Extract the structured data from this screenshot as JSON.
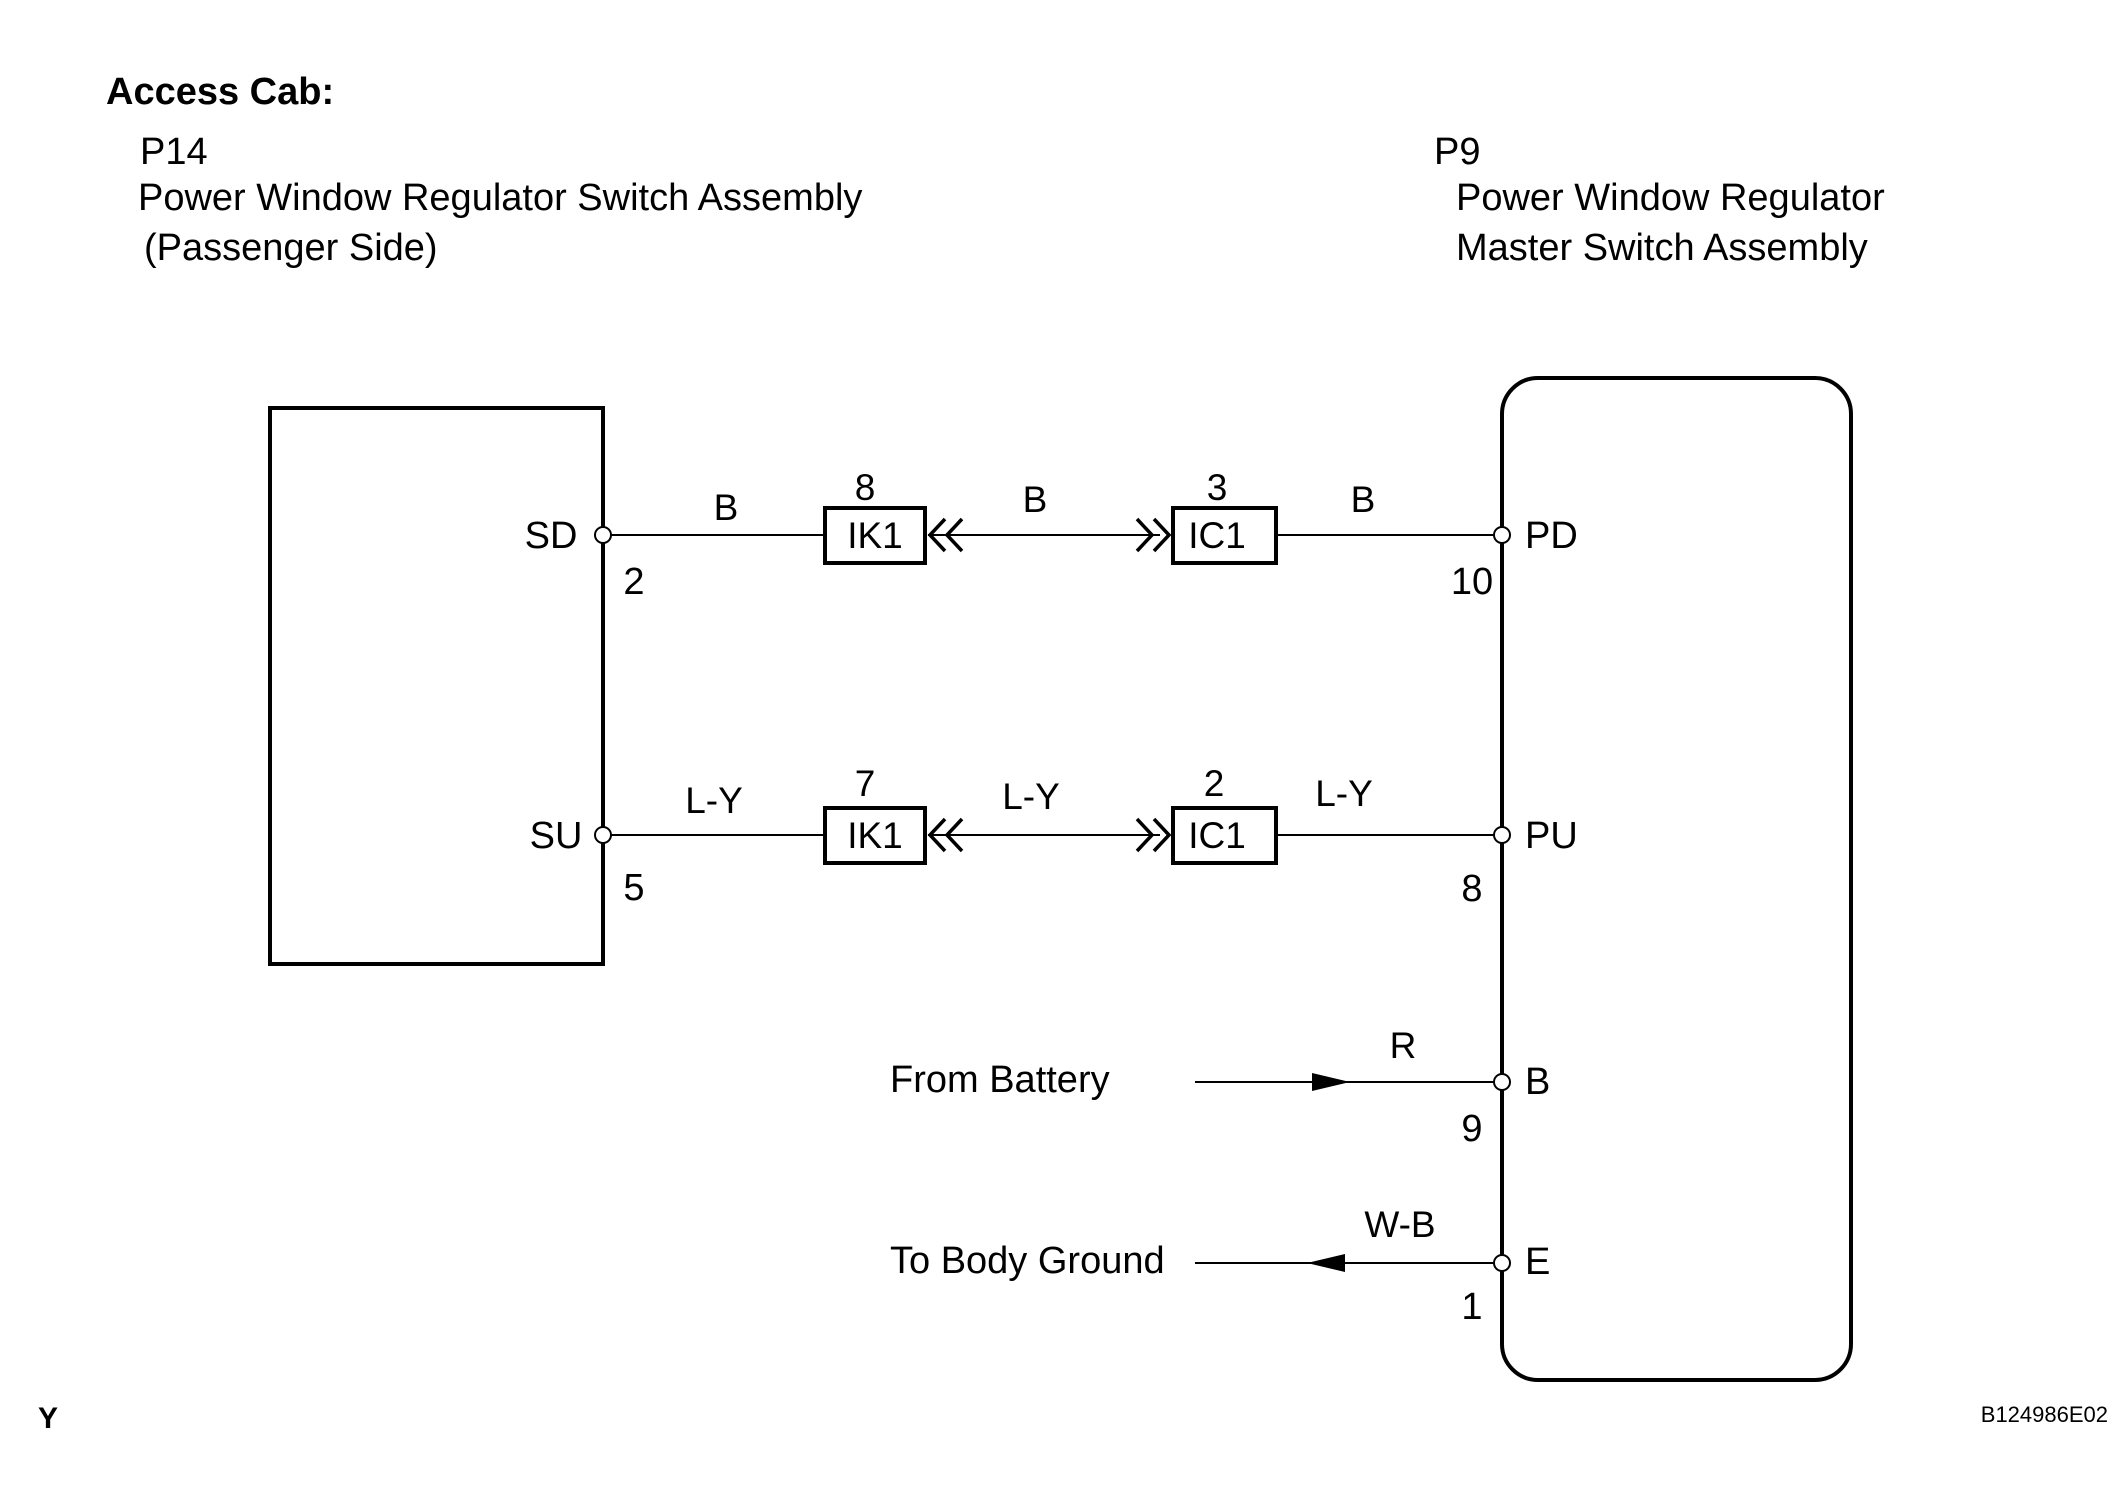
{
  "header": {
    "title": "Access Cab:"
  },
  "left_component": {
    "code": "P14",
    "name_line1": "Power Window Regulator Switch Assembly",
    "name_line2": "(Passenger Side)",
    "terminals": [
      {
        "name": "SD",
        "pin": "2"
      },
      {
        "name": "SU",
        "pin": "5"
      }
    ]
  },
  "right_component": {
    "code": "P9",
    "name_line1": "Power Window Regulator",
    "name_line2": "Master Switch Assembly",
    "terminals": [
      {
        "name": "PD",
        "pin": "10"
      },
      {
        "name": "PU",
        "pin": "8"
      },
      {
        "name": "B",
        "pin": "9"
      },
      {
        "name": "E",
        "pin": "1"
      }
    ]
  },
  "circuits": [
    {
      "connector_a": {
        "name": "IK1",
        "pin": "8"
      },
      "connector_b": {
        "name": "IC1",
        "pin": "3"
      },
      "colors": [
        "B",
        "B",
        "B"
      ]
    },
    {
      "connector_a": {
        "name": "IK1",
        "pin": "7"
      },
      "connector_b": {
        "name": "IC1",
        "pin": "2"
      },
      "colors": [
        "L-Y",
        "L-Y",
        "L-Y"
      ]
    }
  ],
  "external": [
    {
      "label": "From Battery",
      "color": "R",
      "direction": "in"
    },
    {
      "label": "To Body Ground",
      "color": "W-B",
      "direction": "out"
    }
  ],
  "footer": {
    "left_mark": "Y",
    "figure_id": "B124986E02"
  }
}
